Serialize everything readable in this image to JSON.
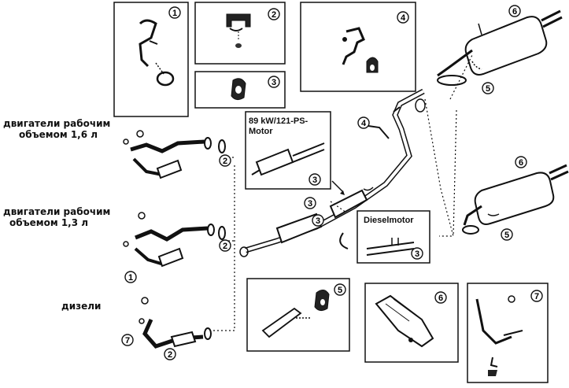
{
  "engine_labels": {
    "line_16_a": "двигатели рабочим",
    "line_16_b": "объемом 1,6 л",
    "line_13_a": "двигатели рабочим",
    "line_13_b": "объемом 1,3 л",
    "diesel": "дизели"
  },
  "inset_titles": {
    "petrol_motor_line1": "89 kW/121-PS-",
    "petrol_motor_line2": "Motor",
    "diesel_motor": "Dieselmotor"
  },
  "callouts": [
    "1",
    "2",
    "3",
    "4",
    "5",
    "6",
    "7"
  ],
  "colors": {
    "ink": "#111111",
    "background": "#ffffff"
  }
}
